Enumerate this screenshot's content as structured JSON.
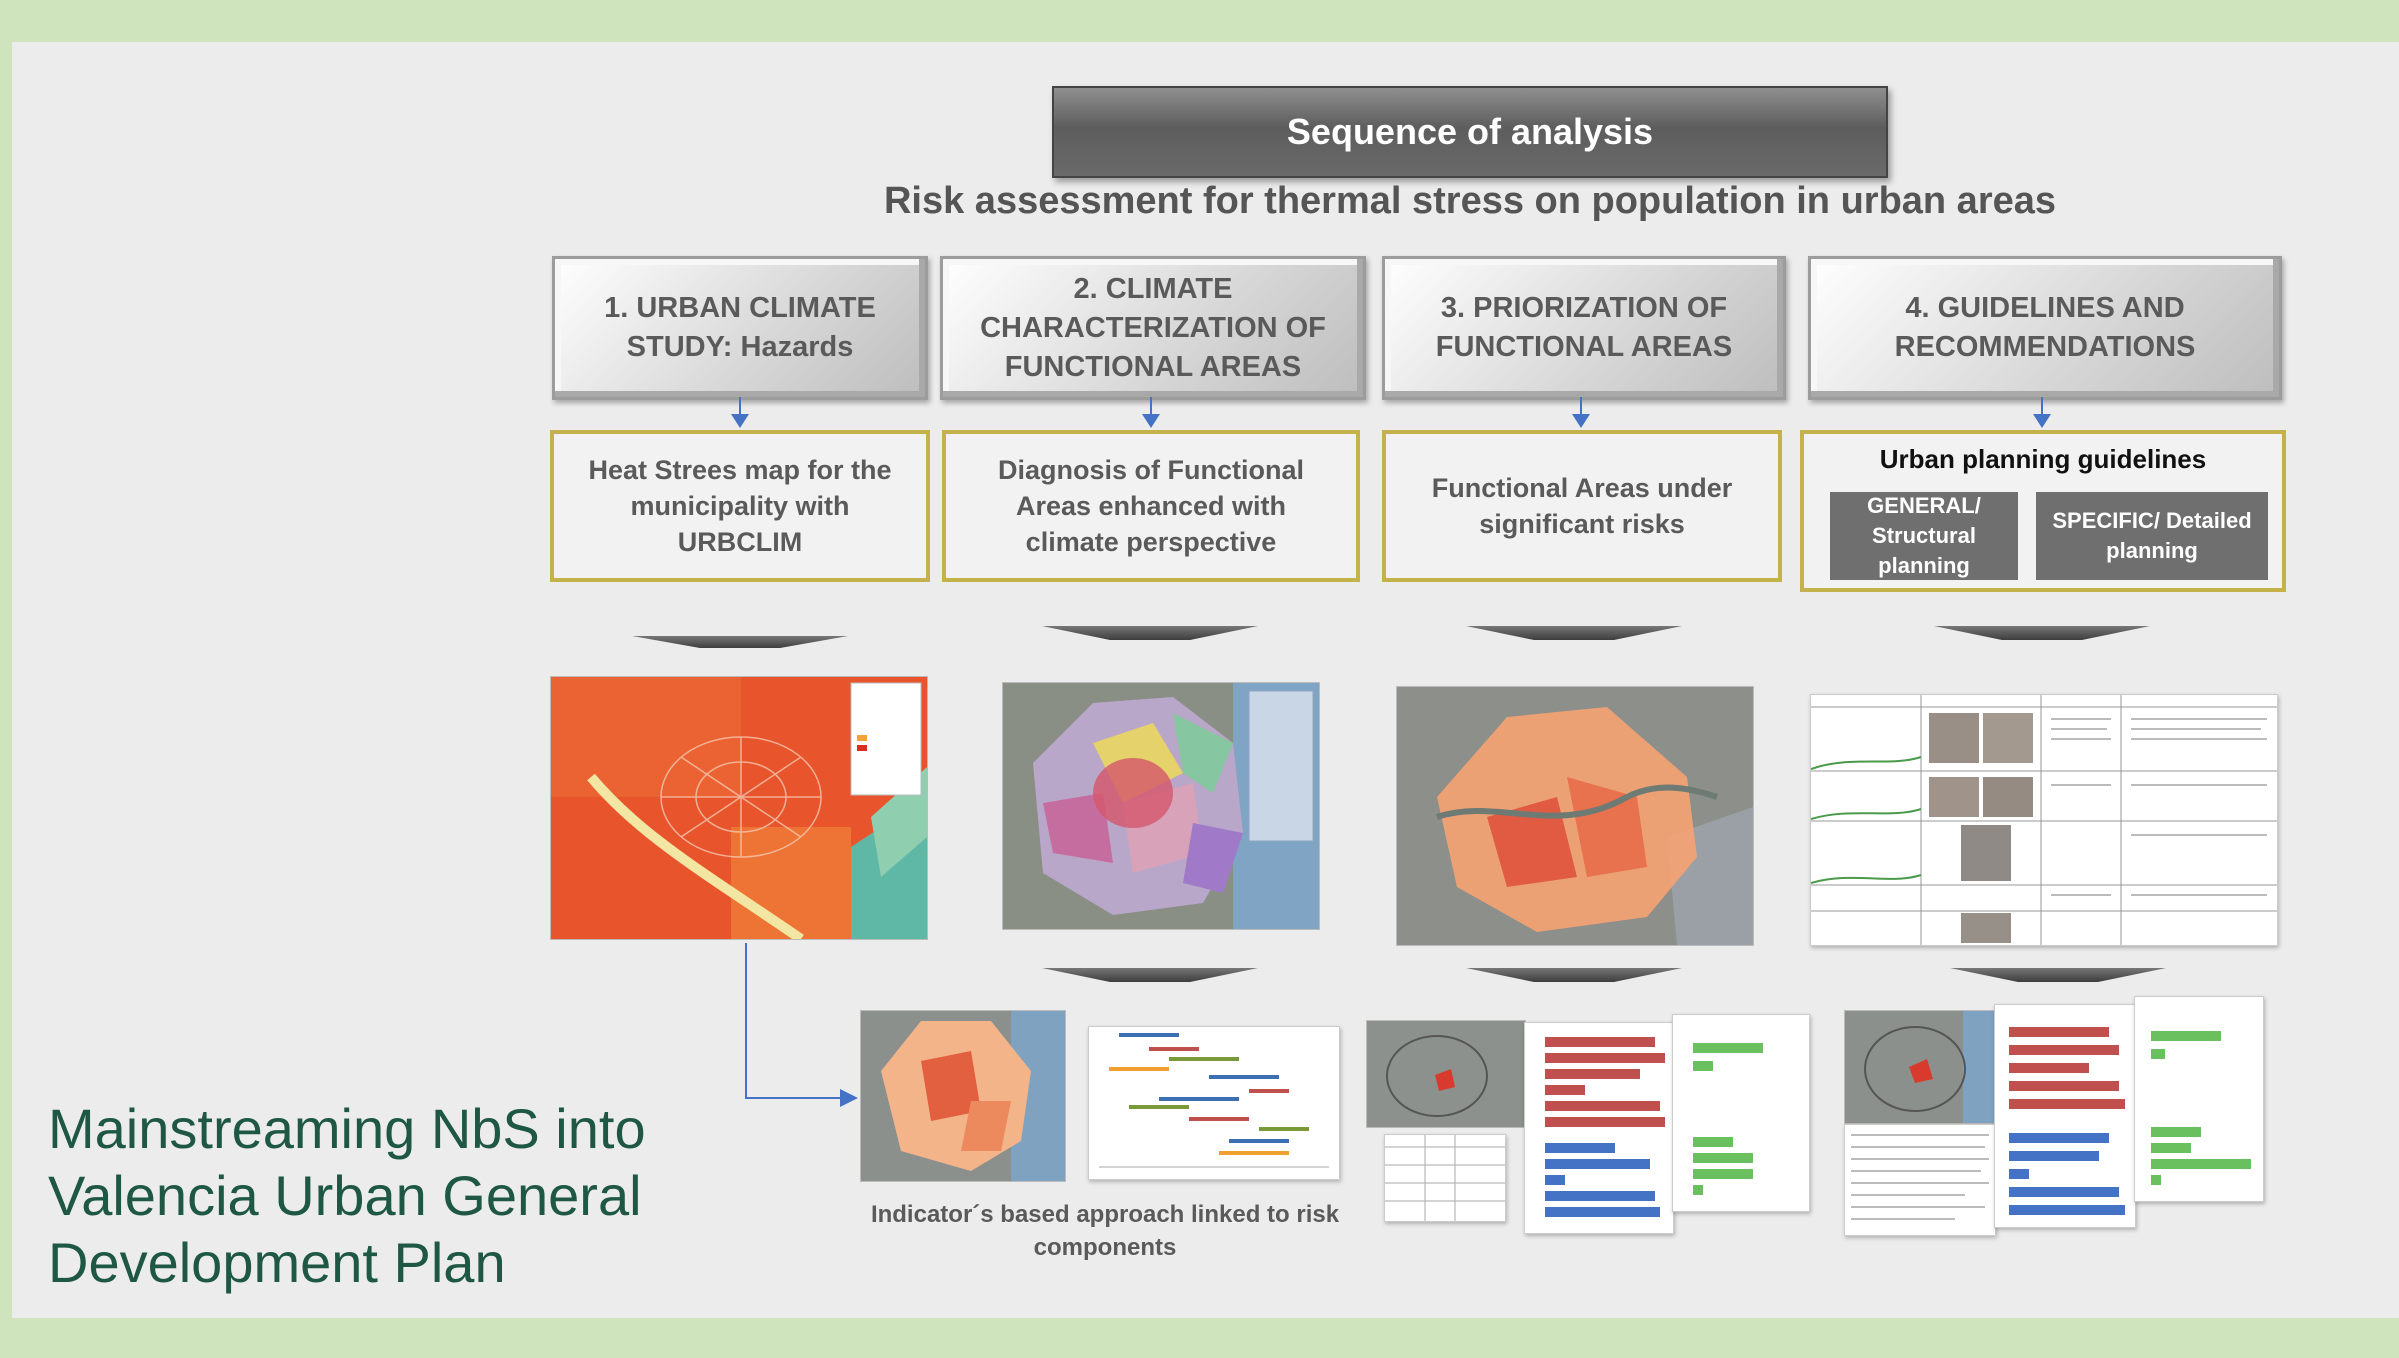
{
  "header": {
    "title": "Sequence of analysis",
    "subtitle": "Risk assessment for thermal stress on population in urban areas"
  },
  "steps": [
    {
      "label": "1. URBAN CLIMATE STUDY: Hazards",
      "outcome": "Heat Strees map for the municipality with URBCLIM"
    },
    {
      "label": "2. CLIMATE CHARACTERIZATION OF FUNCTIONAL AREAS",
      "outcome": "Diagnosis of Functional Areas enhanced with climate perspective"
    },
    {
      "label": "3. PRIORIZATION OF FUNCTIONAL AREAS",
      "outcome": "Functional Areas under significant risks"
    },
    {
      "label": "4. GUIDELINES AND RECOMMENDATIONS",
      "outcome": "Urban planning guidelines"
    }
  ],
  "guidelines": {
    "general": "GENERAL/ Structural planning",
    "specific": "SPECIFIC/ Detailed planning"
  },
  "caption": "Indicator´s based approach linked to risk components",
  "main_title": "Mainstreaming NbS into Valencia Urban General Development Plan",
  "colors": {
    "accent_border": "#c4b24a",
    "title_green": "#1e5744",
    "frame_green": "#cfe3bd",
    "connector_blue": "#4472c4"
  }
}
